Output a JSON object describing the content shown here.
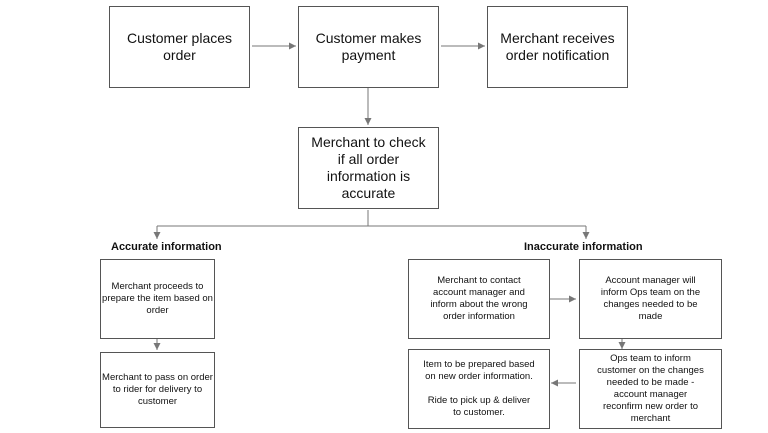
{
  "nodes": {
    "place_order": "Customer places\norder",
    "make_payment": "Customer makes\npayment",
    "notification": "Merchant receives\norder notification",
    "check_info": "Merchant to check\nif all order\ninformation is\naccurate",
    "prepare_item": "Merchant proceeds to\nprepare the item based on\norder",
    "pass_rider": "Merchant to pass on order\nto rider for delivery to\ncustomer",
    "contact_am": "Merchant to contact\naccount manager and\ninform about the wrong\norder information",
    "am_inform_ops": "Account manager will\ninform Ops team on the\nchanges needed to be\nmade",
    "ops_inform": "Ops team to inform\ncustomer on the changes\nneeded to be made -\naccount manager\nreconfirm new order to\nmerchant",
    "prepare_new": "Item to be prepared based\non new order information.\n\nRide to pick up & deliver\nto customer."
  },
  "branches": {
    "accurate": "Accurate information",
    "inaccurate": "Inaccurate information"
  },
  "colors": {
    "border": "#555555",
    "connector": "#777777"
  }
}
